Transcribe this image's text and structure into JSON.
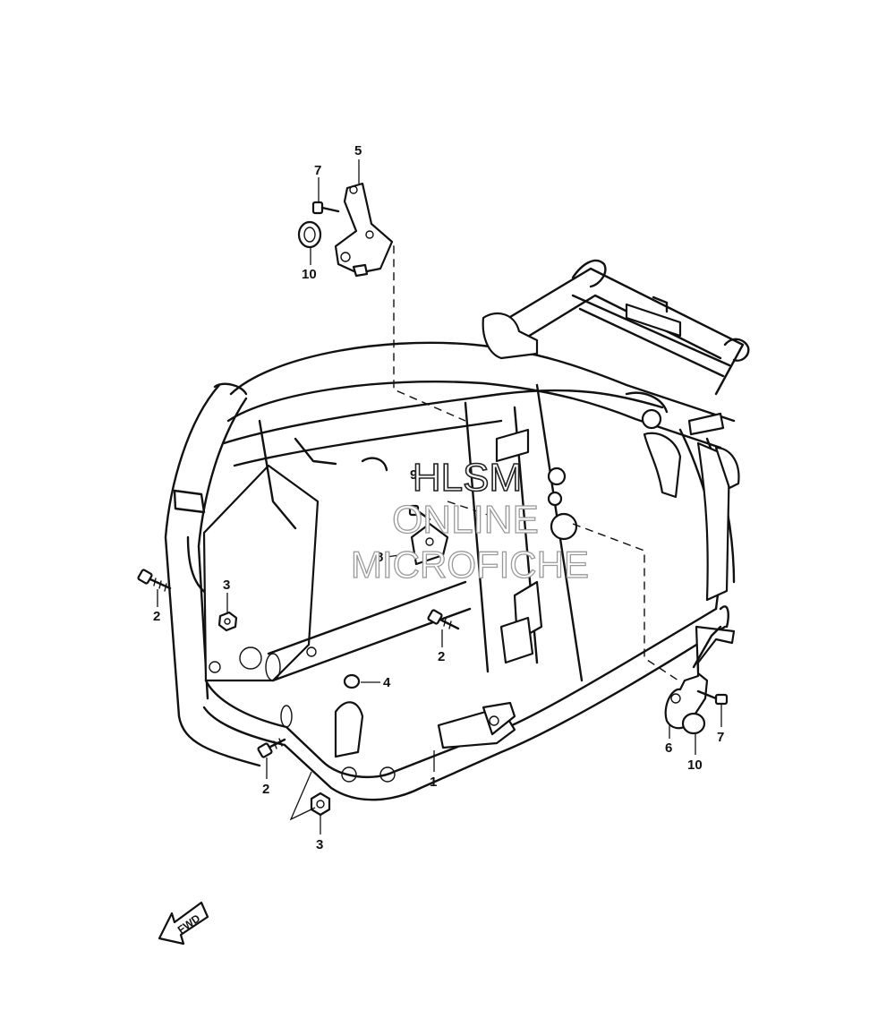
{
  "callouts": {
    "c1": "1",
    "c2a": "2",
    "c2b": "2",
    "c2c": "2",
    "c3a": "3",
    "c3b": "3",
    "c4": "4",
    "c5": "5",
    "c6": "6",
    "c7a": "7",
    "c7b": "7",
    "c8": "8",
    "c9": "9",
    "c10a": "10",
    "c10b": "10"
  },
  "watermark": {
    "line1": "HLSM",
    "line2": "ONLINE",
    "line3": "MICROFICHE"
  },
  "fwd_label": "FWD",
  "colors": {
    "ink": "#111111",
    "paper": "#ffffff"
  }
}
